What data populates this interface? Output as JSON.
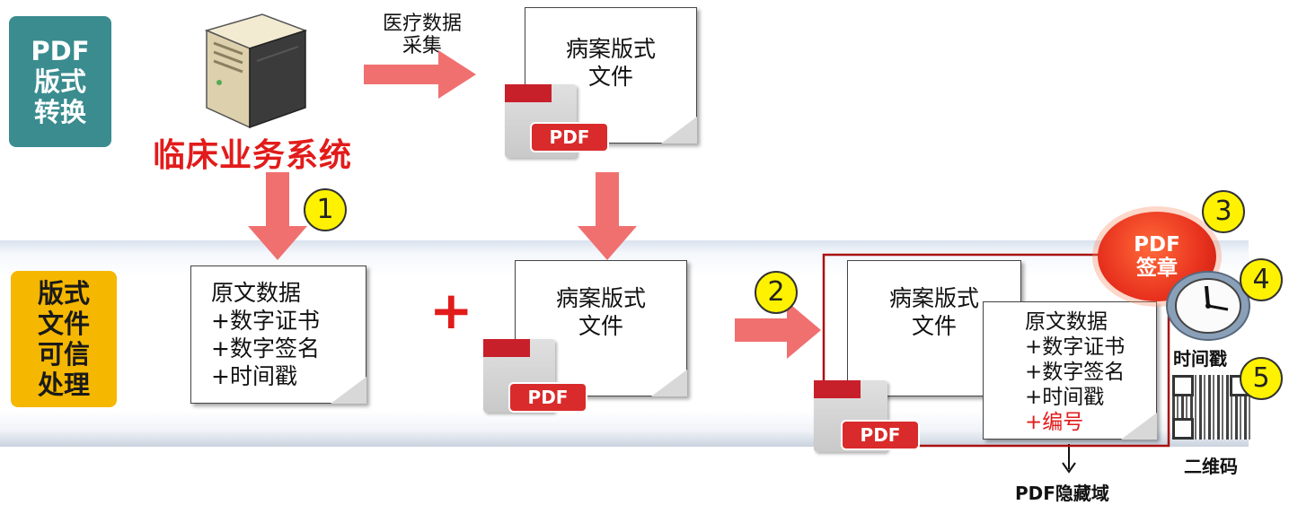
{
  "tags": {
    "top": "PDF\n版式\n转换",
    "bottom": "版式\n文件\n可信\n处理"
  },
  "system_label": "临床业务系统",
  "collect_label": "医疗数据\n采集",
  "doc_layout": "病案版式\n文件",
  "doc_sign": "原文数据\n+数字证书\n+数字签名\n+时间戳",
  "doc_sign_right": "原文数据\n+数字证书\n+数字签名\n+时间戳",
  "doc_sign_extra": "+编号",
  "pdf_label": "PDF",
  "plus": "+",
  "steps": [
    "1",
    "2",
    "3",
    "4",
    "5"
  ],
  "stamp": "PDF\n签章",
  "timestamp_label": "时间戳",
  "qr_label": "二维码",
  "hidden_label": "PDF隐藏域",
  "colors": {
    "teal": "#3a8c8f",
    "orange": "#f5b700",
    "red_text": "#e21b1b",
    "arrow": "#f07070",
    "stamp": "#e8321e"
  }
}
